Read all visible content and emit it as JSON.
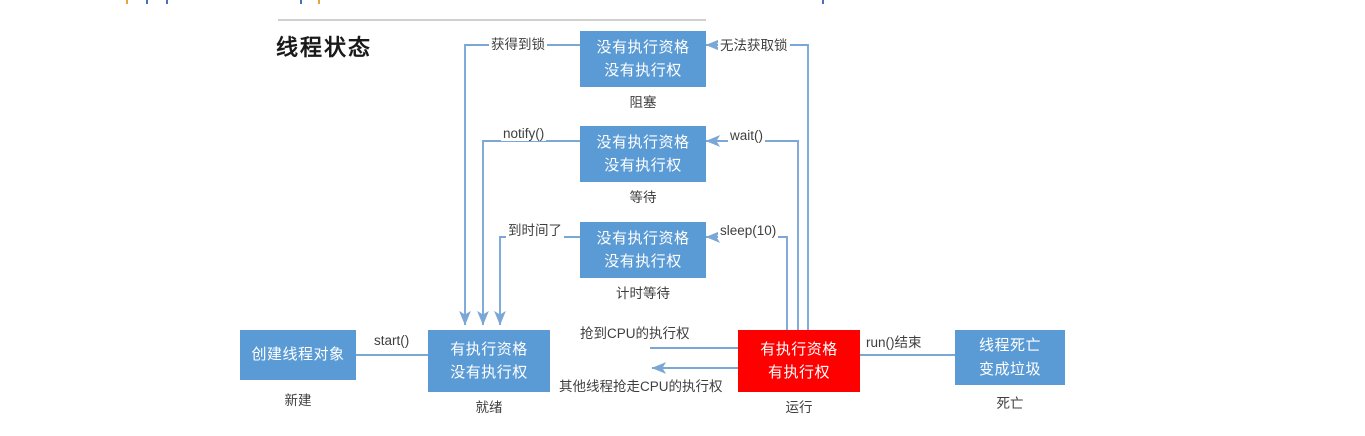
{
  "title": "线程状态",
  "colors": {
    "blue": "#5b9bd5",
    "red": "#ff0000",
    "line": "#7ba7d7",
    "text_dark": "#3f3f3f",
    "rule": "#cfcfcf"
  },
  "diagram": {
    "type": "state-diagram",
    "nodes": [
      {
        "id": "new",
        "lines": [
          "创建线程对象"
        ],
        "caption": "新建",
        "color": "#5b9bd5"
      },
      {
        "id": "runnable",
        "lines": [
          "有执行资格",
          "没有执行权"
        ],
        "caption": "就绪",
        "color": "#5b9bd5"
      },
      {
        "id": "running",
        "lines": [
          "有执行资格",
          "有执行权"
        ],
        "caption": "运行",
        "color": "#ff0000"
      },
      {
        "id": "dead",
        "lines": [
          "线程死亡",
          "变成垃圾"
        ],
        "caption": "死亡",
        "color": "#5b9bd5"
      },
      {
        "id": "blocked",
        "lines": [
          "没有执行资格",
          "没有执行权"
        ],
        "caption": "阻塞",
        "color": "#5b9bd5"
      },
      {
        "id": "waiting",
        "lines": [
          "没有执行资格",
          "没有执行权"
        ],
        "caption": "等待",
        "color": "#5b9bd5"
      },
      {
        "id": "timed_waiting",
        "lines": [
          "没有执行资格",
          "没有执行权"
        ],
        "caption": "计时等待",
        "color": "#5b9bd5"
      }
    ],
    "edges": [
      {
        "id": "start",
        "from": "new",
        "to": "runnable",
        "label": "start()"
      },
      {
        "id": "grab_cpu",
        "from": "runnable",
        "to": "running",
        "label": "抢到CPU的执行权"
      },
      {
        "id": "lose_cpu",
        "from": "running",
        "to": "runnable",
        "label": "其他线程抢走CPU的执行权"
      },
      {
        "id": "run_end",
        "from": "running",
        "to": "dead",
        "label": "run()结束"
      },
      {
        "id": "cannot_lock",
        "from": "running",
        "to": "blocked",
        "label": "无法获取锁"
      },
      {
        "id": "got_lock",
        "from": "blocked",
        "to": "runnable",
        "label": "获得到锁"
      },
      {
        "id": "wait",
        "from": "running",
        "to": "waiting",
        "label": "wait()"
      },
      {
        "id": "notify",
        "from": "waiting",
        "to": "runnable",
        "label": "notify()"
      },
      {
        "id": "sleep",
        "from": "running",
        "to": "timed_waiting",
        "label": "sleep(10)"
      },
      {
        "id": "time_up",
        "from": "timed_waiting",
        "to": "runnable",
        "label": "到时间了"
      }
    ]
  }
}
